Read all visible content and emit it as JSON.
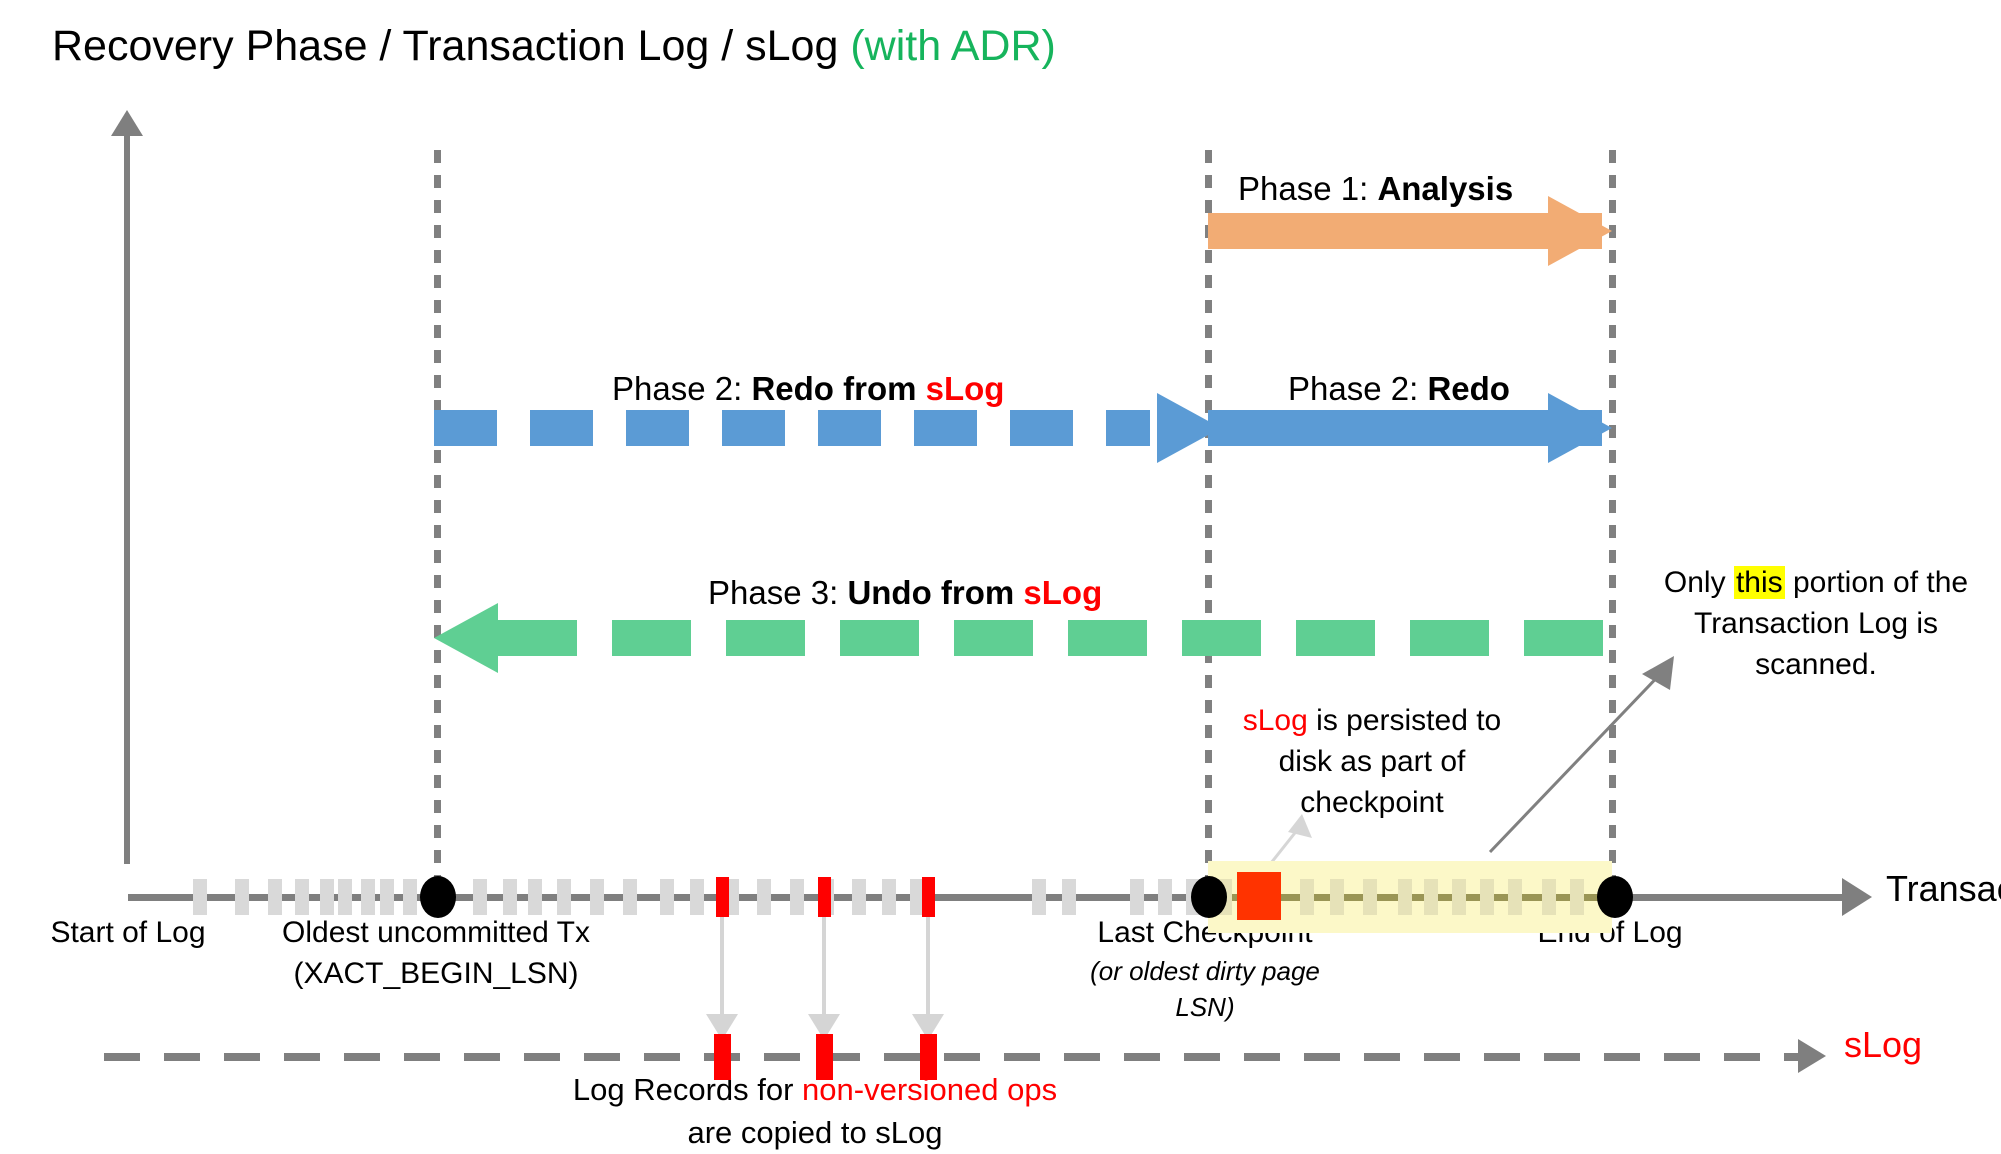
{
  "title": {
    "main": "Recovery Phase / Transaction Log / sLog ",
    "suffix": "(with ADR)"
  },
  "phases": [
    {
      "id": "analysis",
      "label_prefix": "Phase 1: ",
      "label_bold": "Analysis",
      "color": "#f2ac74",
      "style": "solid",
      "direction": "right"
    },
    {
      "id": "redo-from-slog",
      "label_prefix": "Phase 2: ",
      "label_bold": "Redo from ",
      "label_accent": "sLog",
      "color": "#5b9bd5",
      "style": "dashed",
      "direction": "right"
    },
    {
      "id": "redo",
      "label_prefix": "Phase 2: ",
      "label_bold": "Redo",
      "color": "#5b9bd5",
      "style": "solid",
      "direction": "right"
    },
    {
      "id": "undo-from-slog",
      "label_prefix": "Phase 3: ",
      "label_bold": "Undo from ",
      "label_accent": "sLog",
      "color": "#5fcf93",
      "style": "dashed",
      "direction": "left"
    }
  ],
  "timeline": {
    "axis_label": "Transaction Log",
    "markers": [
      {
        "id": "start-of-log",
        "label": "Start of Log"
      },
      {
        "id": "oldest-uncommitted-tx",
        "label_line1": "Oldest uncommitted Tx",
        "label_line2": "(XACT_BEGIN_LSN)"
      },
      {
        "id": "last-checkpoint",
        "label_line1": "Last Checkpoint",
        "label_line2": "(or oldest dirty page",
        "label_line3": "LSN)"
      },
      {
        "id": "end-of-log",
        "label": "End of Log"
      }
    ]
  },
  "slog": {
    "axis_label": "sLog",
    "caption_line1_plain": "Log Records for ",
    "caption_line1_accent": "non-versioned ops",
    "caption_line2": "are copied to sLog"
  },
  "annotations": {
    "checkpoint_note": {
      "accent": "sLog",
      "line1_rest": " is persisted to",
      "line2": "disk as part of",
      "line3": "checkpoint"
    },
    "scan_note": {
      "line1_a": "Only ",
      "line1_hl": "this",
      "line1_b": " portion of the",
      "line2": "Transaction Log is scanned."
    }
  },
  "colors": {
    "analysis": "#f2ac74",
    "redo": "#5b9bd5",
    "undo": "#5fcf93",
    "accent_red": "#ff0000",
    "adr_green": "#16b45c",
    "highlight_yellow": "#ffff00",
    "band_yellow": "#fcf8c8",
    "axis_gray": "#7f7f7f",
    "tick_gray": "#d9d9d9"
  }
}
